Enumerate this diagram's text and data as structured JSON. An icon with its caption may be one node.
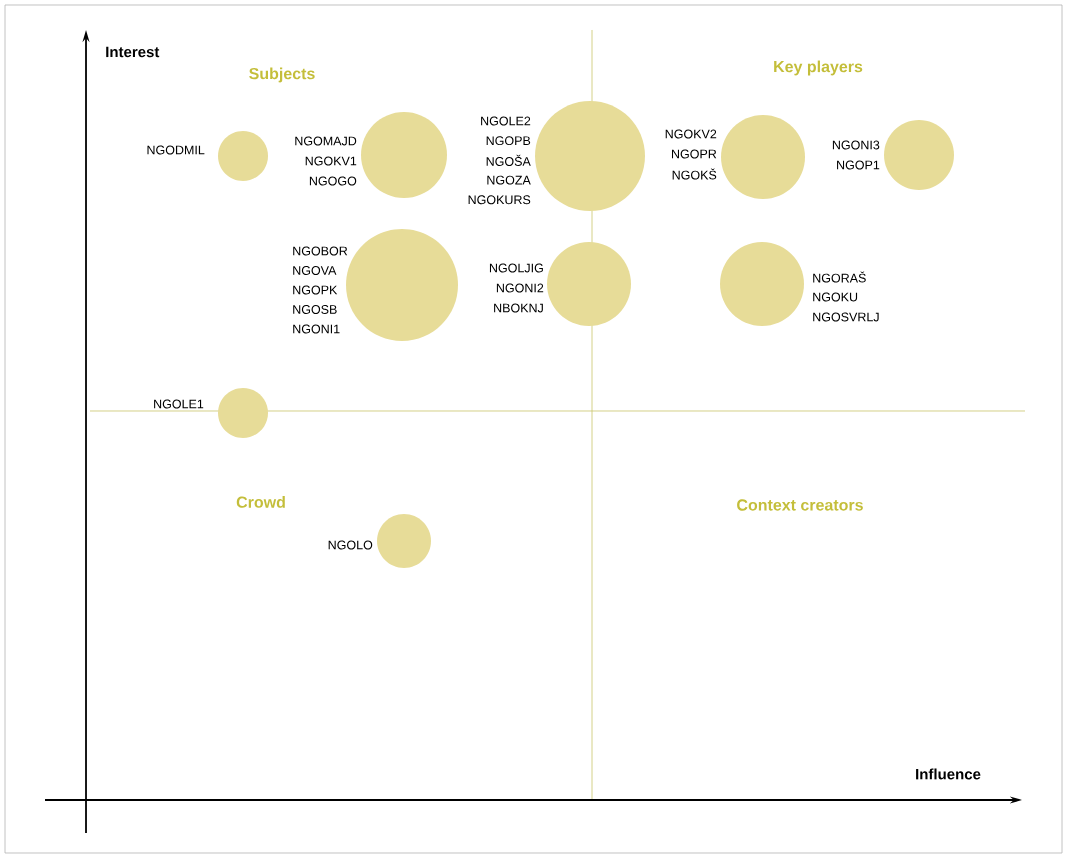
{
  "diagram": {
    "nodes": [
      {
        "text": [],
        "shape": "circle",
        "beside": [
          "NGODMIL"
        ]
      },
      {
        "text": [],
        "shape": "circle",
        "beside": [
          "NGOMAJD",
          "NGOKV1",
          "NGOGO"
        ]
      },
      {
        "text": [],
        "shape": "circle",
        "beside": [
          "NGOLE2",
          "NGOPB",
          "NGOŠA",
          "NGOZA",
          "NGOKURS"
        ]
      },
      {
        "text": [],
        "shape": "circle",
        "beside": [
          "NGOKV2",
          "NGOPR",
          "NGOKŠ"
        ]
      },
      {
        "text": [],
        "shape": "circle",
        "beside": [
          "NGONI3",
          "NGOP1"
        ]
      },
      {
        "text": [],
        "shape": "circle",
        "beside": [
          "NGOBOR",
          "NGOVA",
          "NGOPK",
          "NGOSB",
          "NGONI1"
        ]
      },
      {
        "text": [],
        "shape": "circle",
        "beside": [
          "NGOLJIG",
          "NGONI2",
          "NBOKNJ"
        ]
      },
      {
        "text": [],
        "shape": "circle",
        "beside": [
          "NGORAŠ",
          "NGOKU",
          "NGOSVRLJ"
        ]
      },
      {
        "text": [],
        "shape": "circle",
        "beside": [
          "NGOLE1"
        ]
      },
      {
        "text": [],
        "shape": "circle",
        "beside": [
          "NGOLO"
        ]
      }
    ],
    "labels": [
      "Interest",
      "Subjects",
      "Key players",
      "Crowd",
      "Context creators",
      "Influence"
    ]
  }
}
